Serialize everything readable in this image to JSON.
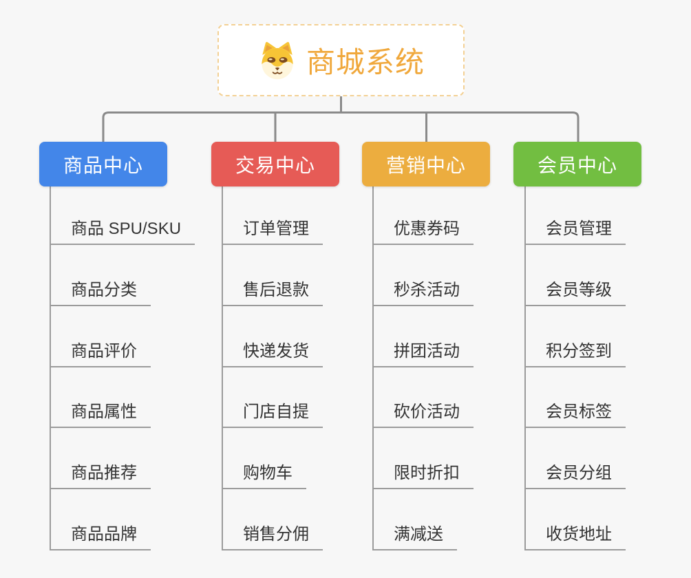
{
  "root": {
    "title": "商城系统",
    "icon": "dog-face-icon"
  },
  "colors": {
    "root_text": "#f0a83c",
    "root_border": "#f3d093",
    "branch_product": "#4386e9",
    "branch_trade": "#e65b56",
    "branch_marketing": "#ecad3f",
    "branch_member": "#72be41",
    "connector": "#8a8a8a",
    "leaf_line": "#9b9b9b",
    "leaf_text": "#333333",
    "background": "#f7f7f7"
  },
  "branches": [
    {
      "label": "商品中心",
      "color": "#4386e9",
      "items": [
        "商品 SPU/SKU",
        "商品分类",
        "商品评价",
        "商品属性",
        "商品推荐",
        "商品品牌"
      ]
    },
    {
      "label": "交易中心",
      "color": "#e65b56",
      "items": [
        "订单管理",
        "售后退款",
        "快递发货",
        "门店自提",
        "购物车",
        "销售分佣"
      ]
    },
    {
      "label": "营销中心",
      "color": "#ecad3f",
      "items": [
        "优惠券码",
        "秒杀活动",
        "拼团活动",
        "砍价活动",
        "限时折扣",
        "满减送"
      ]
    },
    {
      "label": "会员中心",
      "color": "#72be41",
      "items": [
        "会员管理",
        "会员等级",
        "积分签到",
        "会员标签",
        "会员分组",
        "收货地址"
      ]
    }
  ]
}
